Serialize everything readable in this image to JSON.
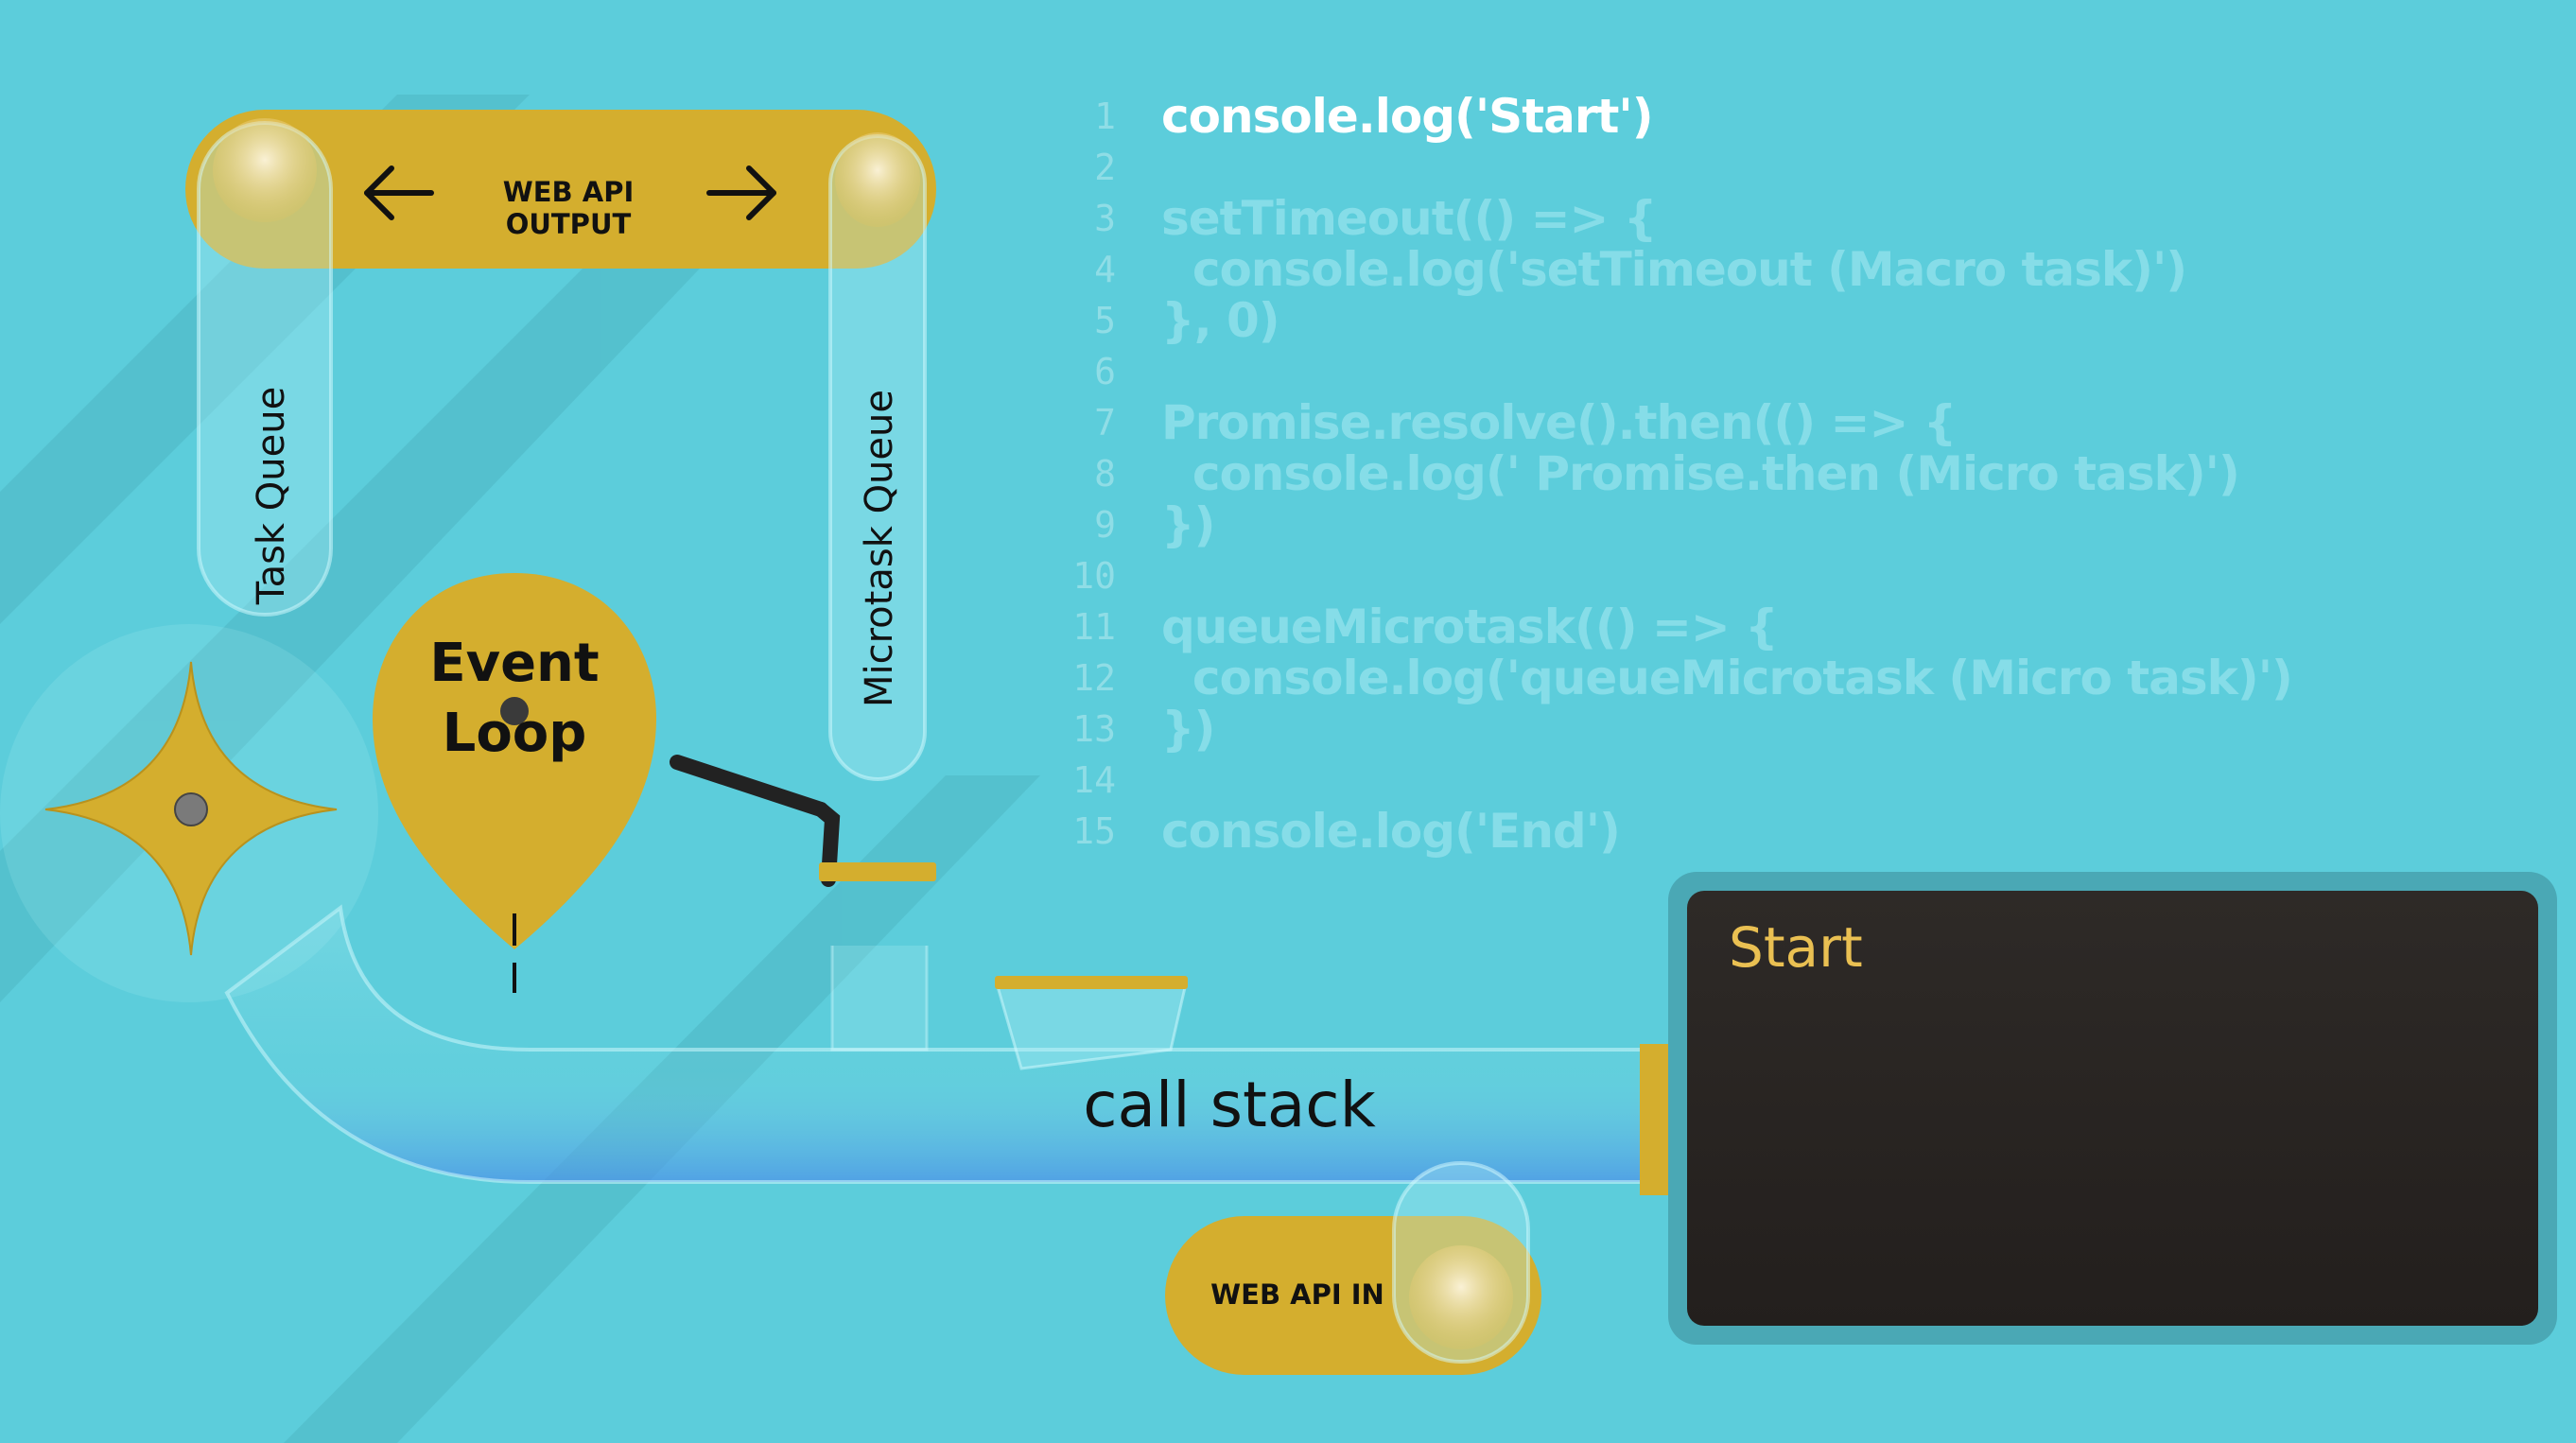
{
  "labels": {
    "web_api_output": "WEB API OUTPUT",
    "task_queue": "Task Queue",
    "microtask_queue": "Microtask Queue",
    "event_loop_line1": "Event",
    "event_loop_line2": "Loop",
    "call_stack": "call stack",
    "web_api_in": "WEB API IN"
  },
  "code": {
    "active_line": 1,
    "lines": [
      {
        "num": "1",
        "text": "console.log('Start')"
      },
      {
        "num": "2",
        "text": ""
      },
      {
        "num": "3",
        "text": "setTimeout(() => {"
      },
      {
        "num": "4",
        "text": "  console.log('setTimeout (Macro task)')"
      },
      {
        "num": "5",
        "text": "}, 0)"
      },
      {
        "num": "6",
        "text": ""
      },
      {
        "num": "7",
        "text": "Promise.resolve().then(() => {"
      },
      {
        "num": "8",
        "text": "  console.log(' Promise.then (Micro task)')"
      },
      {
        "num": "9",
        "text": "})"
      },
      {
        "num": "10",
        "text": ""
      },
      {
        "num": "11",
        "text": "queueMicrotask(() => {"
      },
      {
        "num": "12",
        "text": "  console.log('queueMicrotask (Micro task)')"
      },
      {
        "num": "13",
        "text": "})"
      },
      {
        "num": "14",
        "text": ""
      },
      {
        "num": "15",
        "text": "console.log('End')"
      }
    ]
  },
  "terminal": {
    "output": "Start"
  },
  "colors": {
    "background": "#5ccddb",
    "gold": "#d4ae2e",
    "terminal_bg": "#2a2624",
    "terminal_text": "#eac052",
    "code_active": "#ffffff",
    "code_inactive": "#86dde8"
  }
}
